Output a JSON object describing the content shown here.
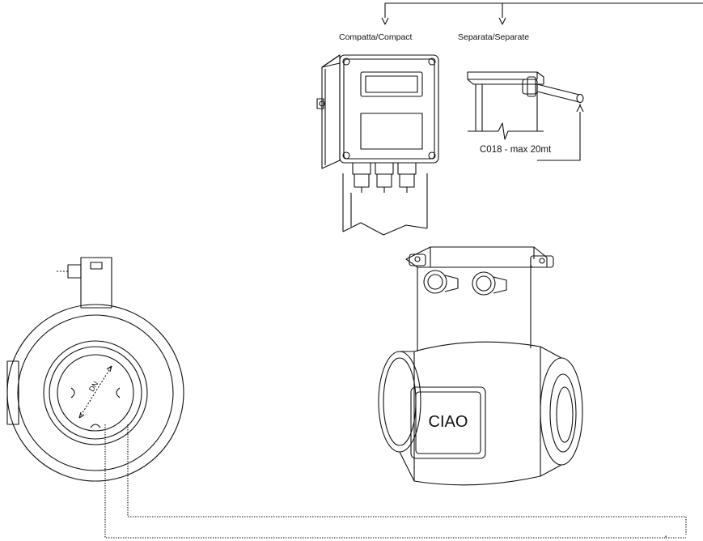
{
  "labels": {
    "compact": "Compatta/Compact",
    "separate": "Separata/Separate",
    "cable": "C018 - max 20mt",
    "dn": "DN",
    "logo": "CIAO"
  },
  "colors": {
    "line": "#111111",
    "background": "#ffffff"
  }
}
